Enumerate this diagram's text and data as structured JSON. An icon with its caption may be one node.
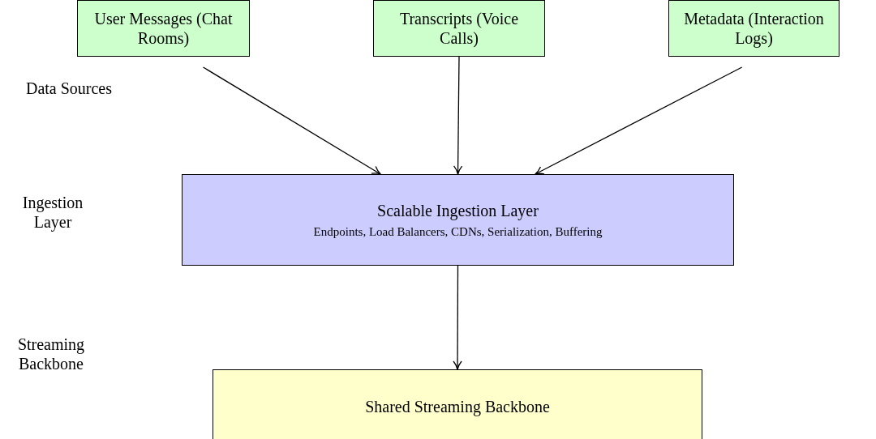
{
  "diagram": {
    "nodes": [
      {
        "text": [
          "User Messages (Chat Rooms)"
        ]
      },
      {
        "text": [
          "Transcripts (Voice Calls)"
        ]
      },
      {
        "text": [
          "Metadata (Interaction Logs)"
        ]
      },
      {
        "text": [
          "Scalable Ingestion Layer",
          "Endpoints, Load Balancers, CDNs, Serialization, Buffering"
        ]
      },
      {
        "text": [
          "Shared Streaming Backbone"
        ]
      }
    ],
    "edges": [
      {
        "from": 0,
        "to": 3,
        "arrow": "to"
      },
      {
        "from": 1,
        "to": 3,
        "arrow": "to"
      },
      {
        "from": 2,
        "to": 3,
        "arrow": "to"
      },
      {
        "from": 3,
        "to": 4,
        "arrow": "to"
      }
    ],
    "labels": [
      "Data Sources",
      "Ingestion Layer",
      "Streaming Backbone"
    ]
  }
}
